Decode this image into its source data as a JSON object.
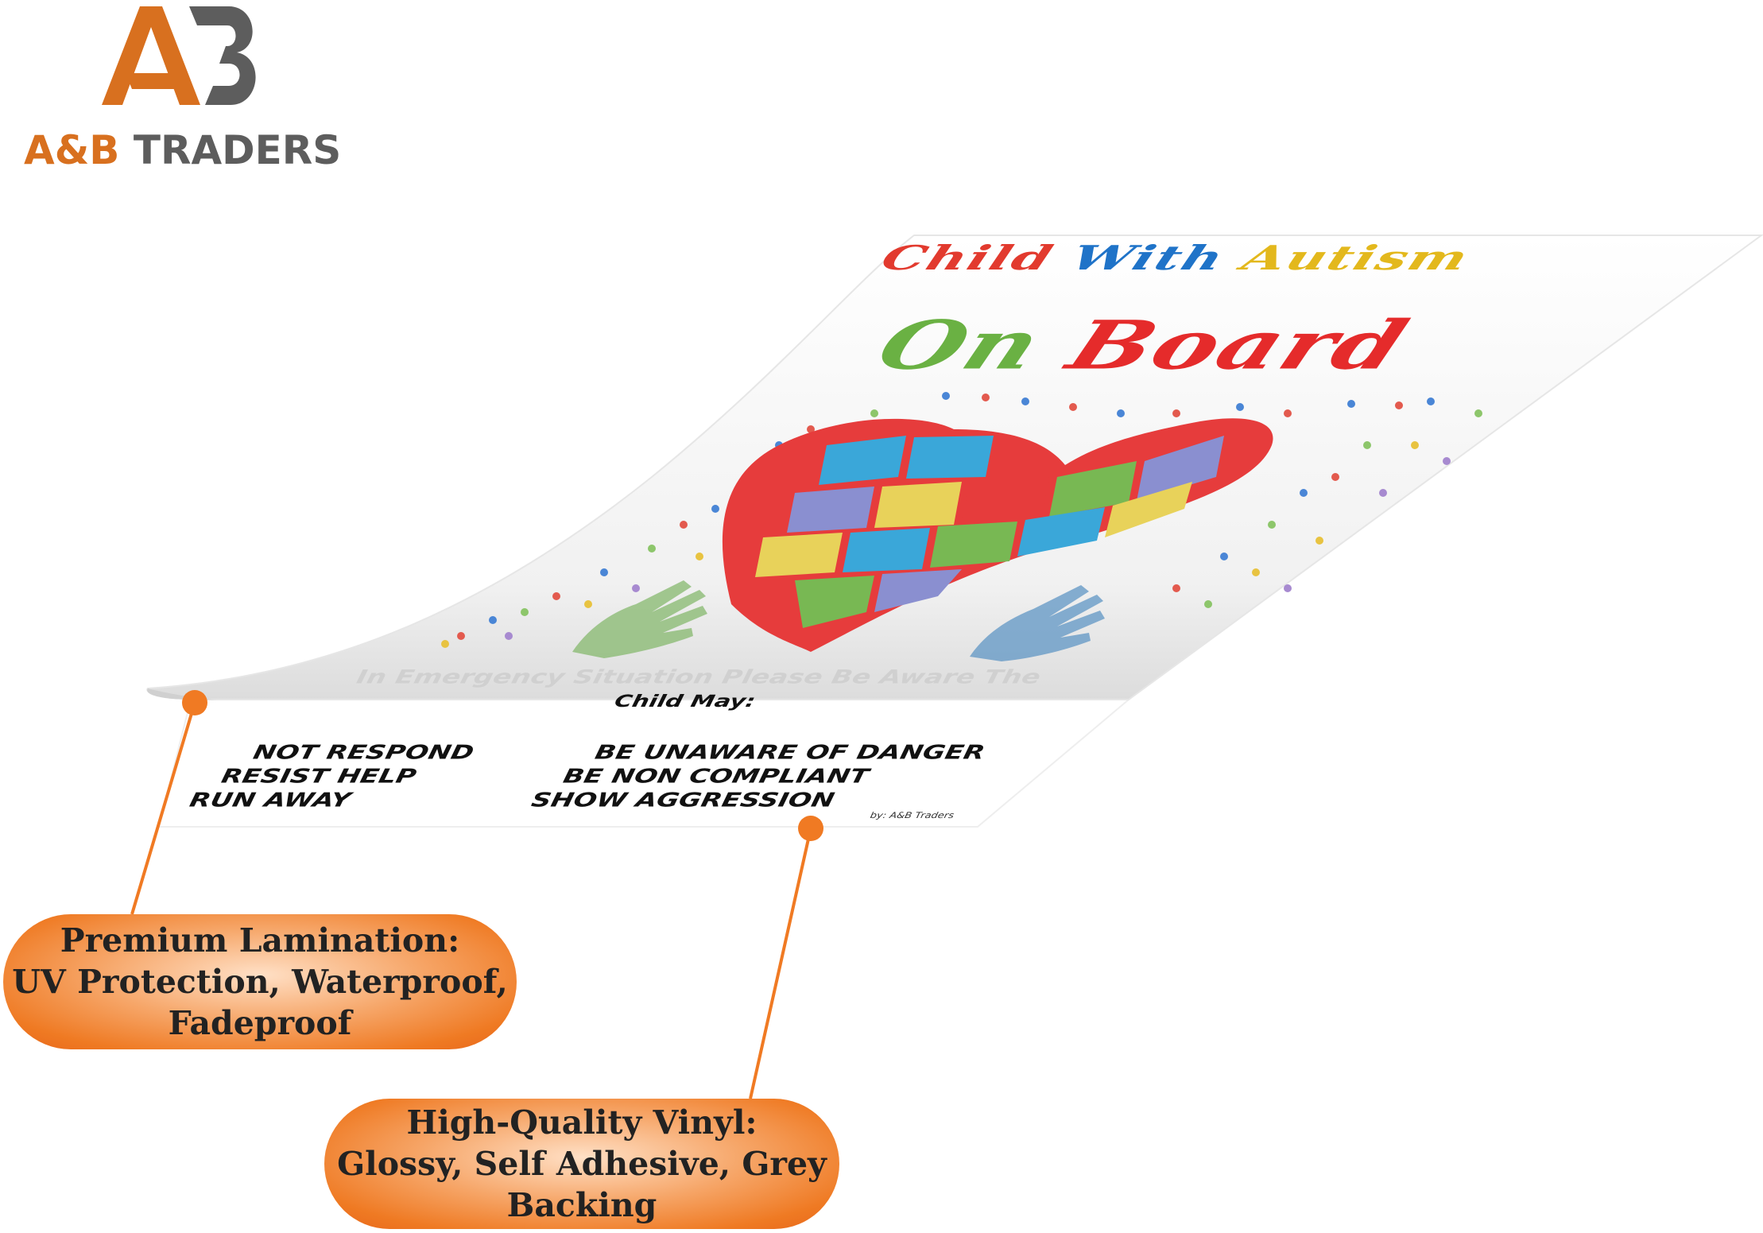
{
  "logo": {
    "mark_letters": "AB",
    "brand_part1": "A&B",
    "brand_part2": "TRADERS",
    "color_orange": "#d8701f",
    "color_grey": "#5d5d5d"
  },
  "sticker": {
    "title_line1_words": [
      {
        "text": "Child",
        "color": "#e23a2e"
      },
      {
        "text": "With",
        "color": "#1f73c8"
      },
      {
        "text": "Autism",
        "color": "#e3b81c"
      }
    ],
    "title_line2_words": [
      {
        "text": "On",
        "color": "#6ab143"
      },
      {
        "text": "Board",
        "color": "#e52b2b"
      }
    ],
    "emergency_line": "In Emergency Situation Please Be Aware The",
    "child_may": "Child May:",
    "warnings_left": [
      "NOT RESPOND",
      "RESIST HELP",
      "RUN AWAY"
    ],
    "warnings_right": [
      "BE UNAWARE OF DANGER",
      "BE NON COMPLIANT",
      "SHOW AGGRESSION"
    ],
    "byline": "by: A&B Traders",
    "icons": [
      "puzzle-heart-icon",
      "hand-print-icon",
      "puzzle-piece-icon"
    ]
  },
  "callouts": [
    {
      "lines": [
        "Premium Lamination:",
        "UV Protection, Waterproof,",
        "Fadeproof"
      ]
    },
    {
      "lines": [
        "High-Quality Vinyl:",
        "Glossy, Self Adhesive, Grey",
        "Backing"
      ]
    }
  ],
  "accent_color": "#f07a23"
}
